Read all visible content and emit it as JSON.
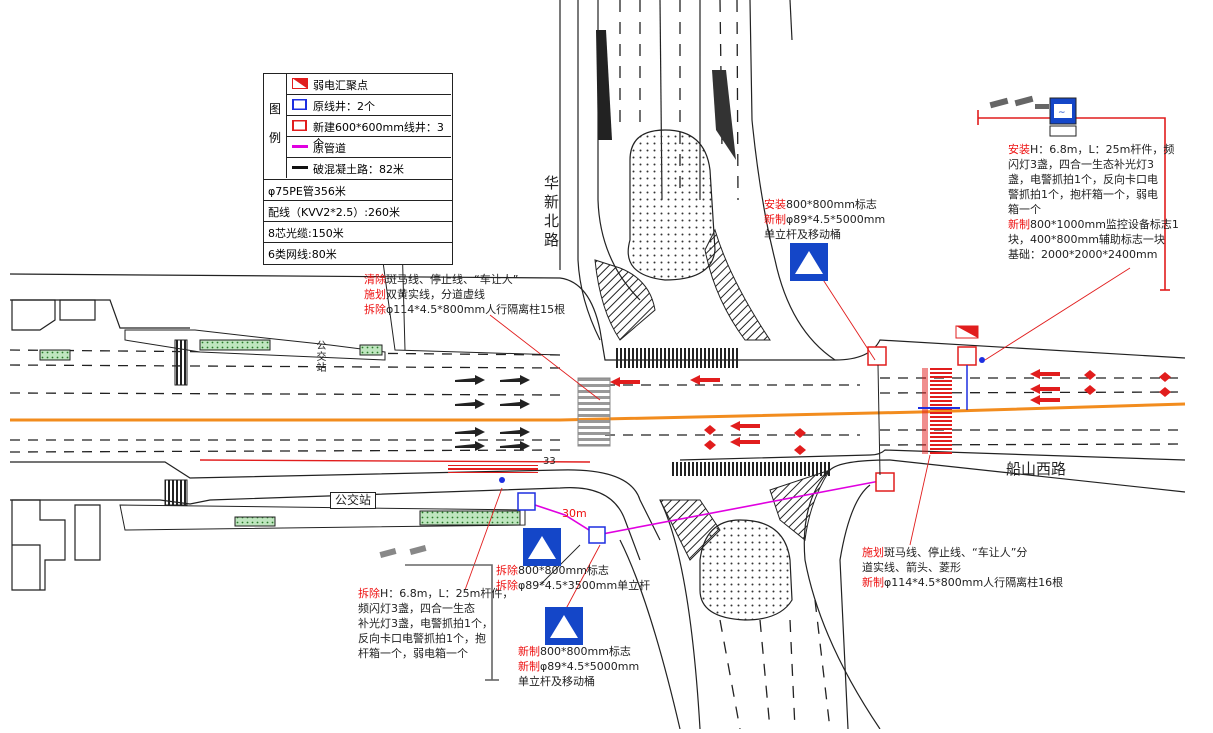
{
  "legend": {
    "title_chars": [
      "图",
      "例"
    ],
    "items": [
      {
        "icon": "weak-current-junction-icon",
        "label": "弱电汇聚点"
      },
      {
        "icon": "existing-well-icon",
        "label": "原线井：2个"
      },
      {
        "icon": "new-well-icon",
        "label": "新建600*600mm线井：3个"
      },
      {
        "icon": "original-pipe-icon",
        "label": "原管道"
      },
      {
        "icon": "broken-concrete-road-icon",
        "label": "破混凝土路：82米"
      }
    ],
    "summary": [
      "φ75PE管356米",
      "配线（KVV2*2.5）:260米",
      "8芯光缆:150米",
      "6类网线:80米"
    ]
  },
  "roads": {
    "north_name": "华新北路",
    "east_name": "船山西路",
    "bus_stop_south": "公交站",
    "bus_stop_north": "公交站"
  },
  "dimensions": {
    "distance_30m": "30m",
    "marker_33": "33"
  },
  "annotations": {
    "north_west": {
      "line1_prefix": "清除",
      "line1_rest": "斑马线、停止线、“车让人”",
      "line2_prefix": "施划",
      "line2_rest": "双黄实线，分道虚线",
      "line3_prefix": "拆除",
      "line3_rest": "φ114*4.5*800mm人行隔离柱15根"
    },
    "sign_install": {
      "line1_prefix": "安装",
      "line1_rest": "800*800mm标志",
      "line2_prefix": "新制",
      "line2_rest": "φ89*4.5*5000mm",
      "line3": "单立杆及移动桶"
    },
    "pole_install": {
      "line1_prefix": "安装",
      "line1_rest": "H：6.8m，L：25m杆件，频",
      "line2": "闪灯3盏，四合一生态补光灯3",
      "line3": "盏，电警抓拍1个，反向卡口电",
      "line4": "警抓拍1个，抱杆箱一个，弱电",
      "line5": "箱一个",
      "line6_prefix": "新制",
      "line6_rest": "800*1000mm监控设备标志1",
      "line7": "块，400*800mm辅助标志一块",
      "line8": "基础：2000*2000*2400mm"
    },
    "south_east": {
      "line1_prefix": "施划",
      "line1_rest": "斑马线、停止线、“车让人”分",
      "line2": "道实线、箭头、菱形",
      "line3_prefix": "新制",
      "line3_rest": "φ114*4.5*800mm人行隔离柱16根"
    },
    "pole_remove": {
      "line1_prefix": "拆除",
      "line1_rest": "H：6.8m，L：25m杆件，",
      "line2": "频闪灯3盏，四合一生态",
      "line3": "补光灯3盏，电警抓拍1个，",
      "line4": "反向卡口电警抓拍1个，抱",
      "line5": "杆箱一个，弱电箱一个"
    },
    "sign_remove": {
      "line1_prefix": "拆除",
      "line1_rest": "800*800mm标志",
      "line2_prefix": "拆除",
      "line2_rest": "φ89*4.5*3500mm单立杆"
    },
    "sign_new": {
      "line1_prefix": "新制",
      "line1_rest": "800*800mm标志",
      "line2_prefix": "新制",
      "line2_rest": "φ89*4.5*5000mm",
      "line3": "单立杆及移动桶"
    }
  },
  "colors": {
    "new_well": "#e11d1d",
    "existing_well": "#1d2fe1",
    "pipe": "#e000e0",
    "center_line": "#f28c1e",
    "sign_blue": "#1446c8",
    "hatch_green": "#9bd49b"
  }
}
